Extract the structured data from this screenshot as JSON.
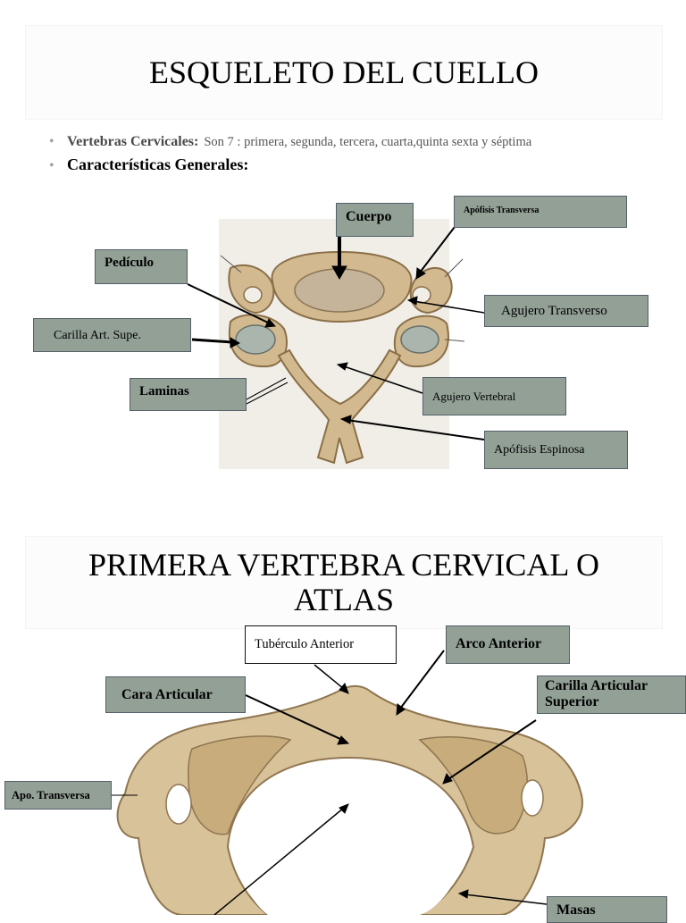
{
  "slide1": {
    "title": "ESQUELETO DEL CUELLO",
    "bullets": [
      {
        "label": "Vertebras Cervicales:",
        "text": "Son 7 : primera, segunda, tercera, cuarta,quinta sexta y séptima"
      },
      {
        "label": "Características Generales:"
      }
    ],
    "labels": {
      "cuerpo": "Cuerpo",
      "apofisis_transversa": "Apófisis Transversa",
      "pediculo": "Pedículo",
      "agujero_transverso": "Agujero Transverso",
      "carilla_art_supe": "Carilla Art. Supe.",
      "laminas": "Laminas",
      "agujero_vertebral": "Agujero Vertebral",
      "apofisis_espinosa": "Apófisis Espinosa"
    }
  },
  "slide2": {
    "title_line1": "PRIMERA VERTEBRA CERVICAL O",
    "title_line2": "ATLAS",
    "labels": {
      "tuberculo_anterior": "Tubérculo Anterior",
      "arco_anterior": "Arco Anterior",
      "cara_articular": "Cara Articular",
      "carilla_articular_superior_1": "Carilla Articular",
      "carilla_articular_superior_2": "Superior",
      "apo_transversa": "Apo. Transversa",
      "masas": "Masas"
    }
  }
}
